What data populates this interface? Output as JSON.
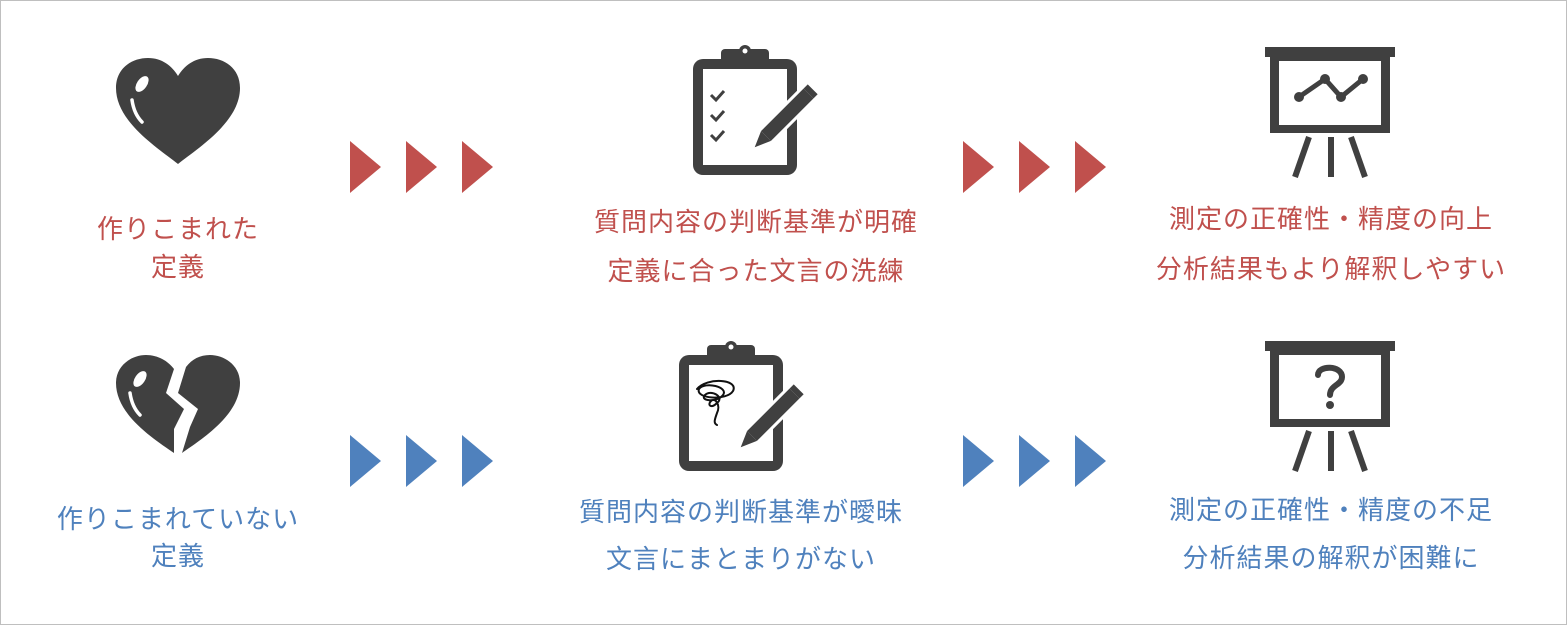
{
  "colors": {
    "good": "#c0504d",
    "bad": "#4f81bd",
    "icon": "#404040"
  },
  "good_row": {
    "definition": {
      "line1": "作りこまれた",
      "line2": "定義",
      "icon": "heart-icon"
    },
    "questions": {
      "line1": "質問内容の判断基準が明確",
      "line2": "定義に合った文言の洗練",
      "icon": "clipboard-checklist-icon"
    },
    "results": {
      "line1": "測定の正確性・精度の向上",
      "line2": "分析結果もより解釈しやすい",
      "icon": "presentation-chart-icon"
    }
  },
  "bad_row": {
    "definition": {
      "line1": "作りこまれていない",
      "line2": "定義",
      "icon": "broken-heart-icon"
    },
    "questions": {
      "line1": "質問内容の判断基準が曖昧",
      "line2": "文言にまとまりがない",
      "icon": "clipboard-scribble-icon"
    },
    "results": {
      "line1": "測定の正確性・精度の不足",
      "line2": "分析結果の解釈が困難に",
      "icon": "presentation-question-icon"
    }
  }
}
